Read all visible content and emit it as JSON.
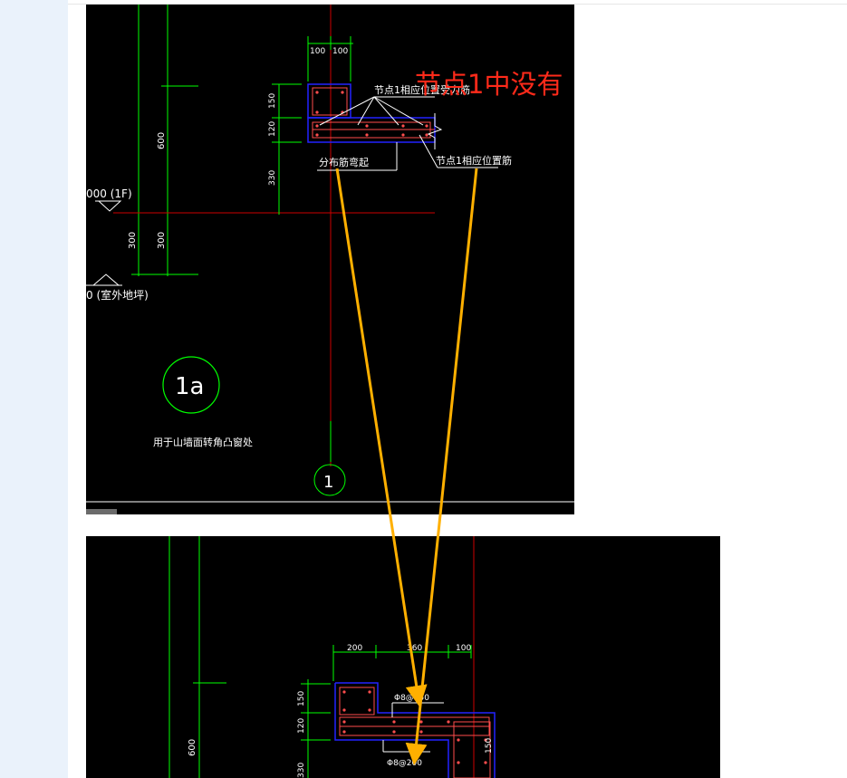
{
  "colors": {
    "cad_bg": "#000000",
    "dim": "#00ff00",
    "axis": "#ff0000",
    "outline": "#0000ff",
    "rebar": "#ff4d4d",
    "text": "#ffffff",
    "arrow": "#ffb000",
    "note": "#ff2a1a"
  },
  "annotation": {
    "note": "节点1中没有"
  },
  "drawing1": {
    "dims_top": [
      "100",
      "100"
    ],
    "dims_side": [
      "150",
      "120",
      "330"
    ],
    "dims_left": [
      "600",
      "300",
      "300"
    ],
    "labels": {
      "bars_node1_stress": "节点1相应位置受力筋",
      "distribution_bent": "分布筋弯起",
      "bars_node1_pos": "节点1相应位置筋",
      "level_1f": "000 (1F)",
      "level_outdoor": "0 (室外地坪)",
      "detail_desc": "用于山墙面转角凸窗处"
    },
    "detail_id": "1a",
    "axis_id": "1"
  },
  "drawing2": {
    "dims_top": [
      "200",
      "360",
      "100"
    ],
    "dims_side": [
      "150",
      "120"
    ],
    "dims_right": "150",
    "dim_left": "600",
    "dim_bottom_left": "330",
    "rebar_top": "Φ8@150",
    "rebar_bottom": "Φ8@200"
  }
}
